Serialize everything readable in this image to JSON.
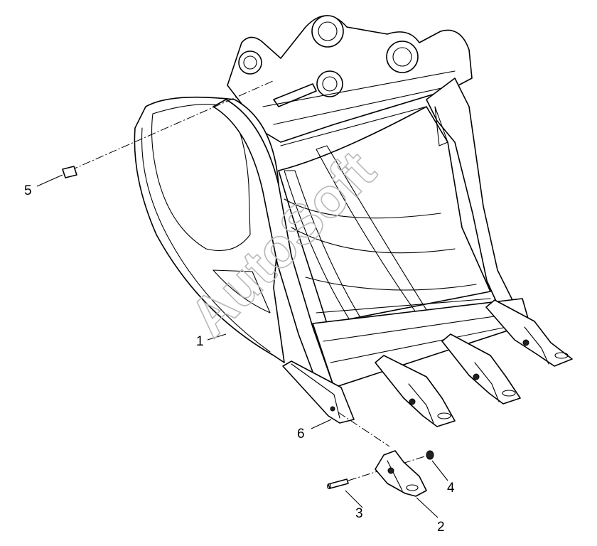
{
  "watermark": "AutoSoft",
  "callouts": [
    {
      "id": "1",
      "label": "1"
    },
    {
      "id": "2",
      "label": "2"
    },
    {
      "id": "3",
      "label": "3"
    },
    {
      "id": "4",
      "label": "4"
    },
    {
      "id": "5",
      "label": "5"
    },
    {
      "id": "6",
      "label": "6"
    }
  ],
  "colors": {
    "line": "#000000",
    "background": "#ffffff",
    "watermark": "#b8b8b8"
  }
}
